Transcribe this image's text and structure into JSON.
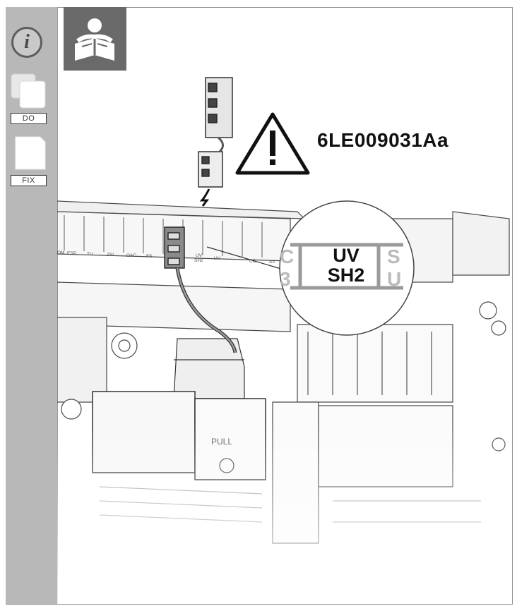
{
  "sidebar": {
    "info_icon_name": "info-icon",
    "do_label": "DO",
    "fix_label": "FIX"
  },
  "header": {
    "reader_icon_name": "reading-person-icon"
  },
  "diagram": {
    "warning_code": "6LE009031Aa",
    "zoom_line1": "UV",
    "zoom_line2": "SH2",
    "slot_labels": [
      "OM",
      "ESP",
      "TU",
      "ZSI",
      "OAC",
      "FS",
      "UV SH2",
      "UV",
      "CC",
      "AX"
    ],
    "pull_label": "PULL",
    "zoom_left_fragment": "C 3",
    "zoom_right_fragment": "S U"
  },
  "colors": {
    "sidebar": "#b8b8b8",
    "icon_box": "#6a6a6a",
    "line_art": "#3a3a3a"
  }
}
